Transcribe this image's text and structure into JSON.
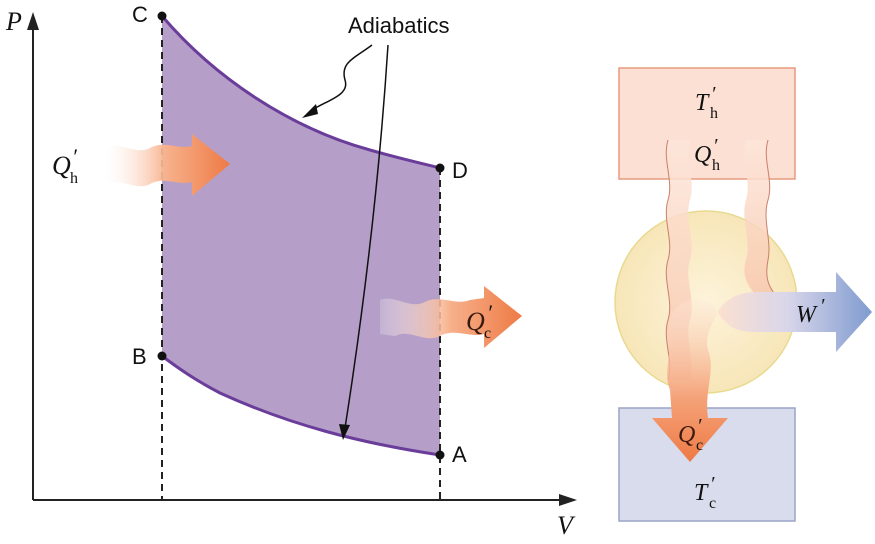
{
  "pv_diagram": {
    "axis_p": "P",
    "axis_v": "V",
    "point_a": "A",
    "point_b": "B",
    "point_c": "C",
    "point_d": "D",
    "adiabatics_label": "Adiabatics",
    "heat_in": {
      "symbol": "Q",
      "sub": "h",
      "prime": "′"
    },
    "heat_out": {
      "symbol": "Q",
      "sub": "c",
      "prime": "′"
    },
    "region_color": "#b59fc9",
    "curve_color": "#6a3d9a"
  },
  "engine": {
    "hot": {
      "symbol": "T",
      "sub": "h",
      "prime": "′"
    },
    "hot_heat": {
      "symbol": "Q",
      "sub": "h",
      "prime": "′"
    },
    "cold": {
      "symbol": "T",
      "sub": "c",
      "prime": "′"
    },
    "cold_heat": {
      "symbol": "Q",
      "sub": "c",
      "prime": "′"
    },
    "work": {
      "symbol": "W",
      "prime": "′"
    },
    "hot_color": "#fbe0d3",
    "cold_color": "#d8dcec",
    "circle_color": "#fbefc8"
  }
}
